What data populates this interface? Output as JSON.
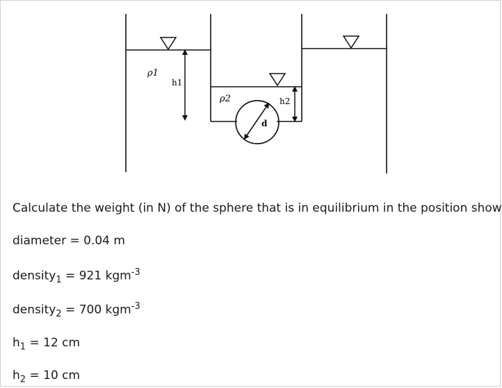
{
  "diagram": {
    "rho1": "ρ1",
    "rho2": "ρ2",
    "h1": "h1",
    "h2": "h2",
    "d": "d"
  },
  "problem": {
    "question": "Calculate the weight (in N) of the sphere that is in equilibrium in the position shown:",
    "diameter_label": "diameter",
    "diameter_value": "0.04 m",
    "density1_label": "density",
    "density1_sub": "1",
    "density1_value": "921 kgm",
    "density1_exp": "-3",
    "density2_label": "density",
    "density2_sub": "2",
    "density2_value": "700 kgm",
    "density2_exp": "-3",
    "h1_label": "h",
    "h1_sub": "1",
    "h1_value": "12 cm",
    "h2_label": "h",
    "h2_sub": "2",
    "h2_value": "10 cm"
  }
}
